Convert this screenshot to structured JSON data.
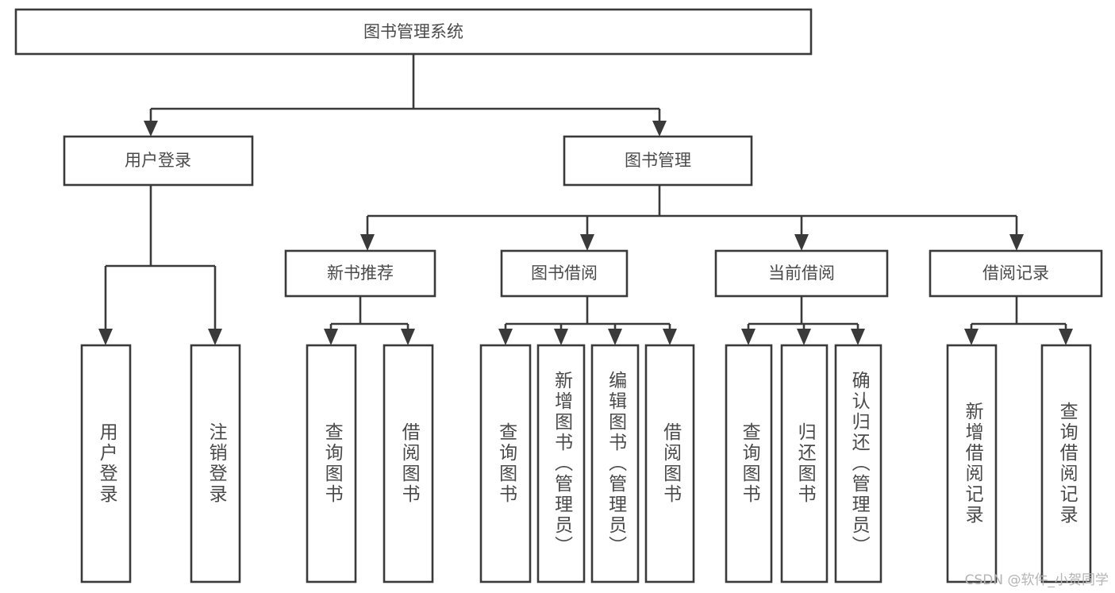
{
  "diagram": {
    "title": "图书管理系统",
    "watermark": "CSDN @软件_小贺同学",
    "colors": {
      "stroke": "#3a3a3a",
      "box_fill": "#ffffff",
      "text": "#4a4a4a",
      "background": "#ffffff",
      "watermark": "#b4b4b4"
    },
    "root": {
      "label": "图书管理系统"
    },
    "level2": [
      {
        "label": "用户登录"
      },
      {
        "label": "图书管理"
      }
    ],
    "level3": [
      {
        "label": "新书推荐"
      },
      {
        "label": "图书借阅"
      },
      {
        "label": "当前借阅"
      },
      {
        "label": "借阅记录"
      }
    ],
    "leaves": {
      "user_login": [
        {
          "label": "用户登录"
        },
        {
          "label": "注销登录"
        }
      ],
      "new_book_recommend": [
        {
          "label": "查询图书"
        },
        {
          "label": "借阅图书"
        }
      ],
      "book_borrow": [
        {
          "label": "查询图书"
        },
        {
          "label": "新增图书（管理员）"
        },
        {
          "label": "编辑图书（管理员）"
        },
        {
          "label": "借阅图书"
        }
      ],
      "current_borrow": [
        {
          "label": "查询图书"
        },
        {
          "label": "归还图书"
        },
        {
          "label": "确认归还（管理员）"
        }
      ],
      "borrow_record": [
        {
          "label": "新增借阅记录"
        },
        {
          "label": "查询借阅记录"
        }
      ]
    }
  }
}
